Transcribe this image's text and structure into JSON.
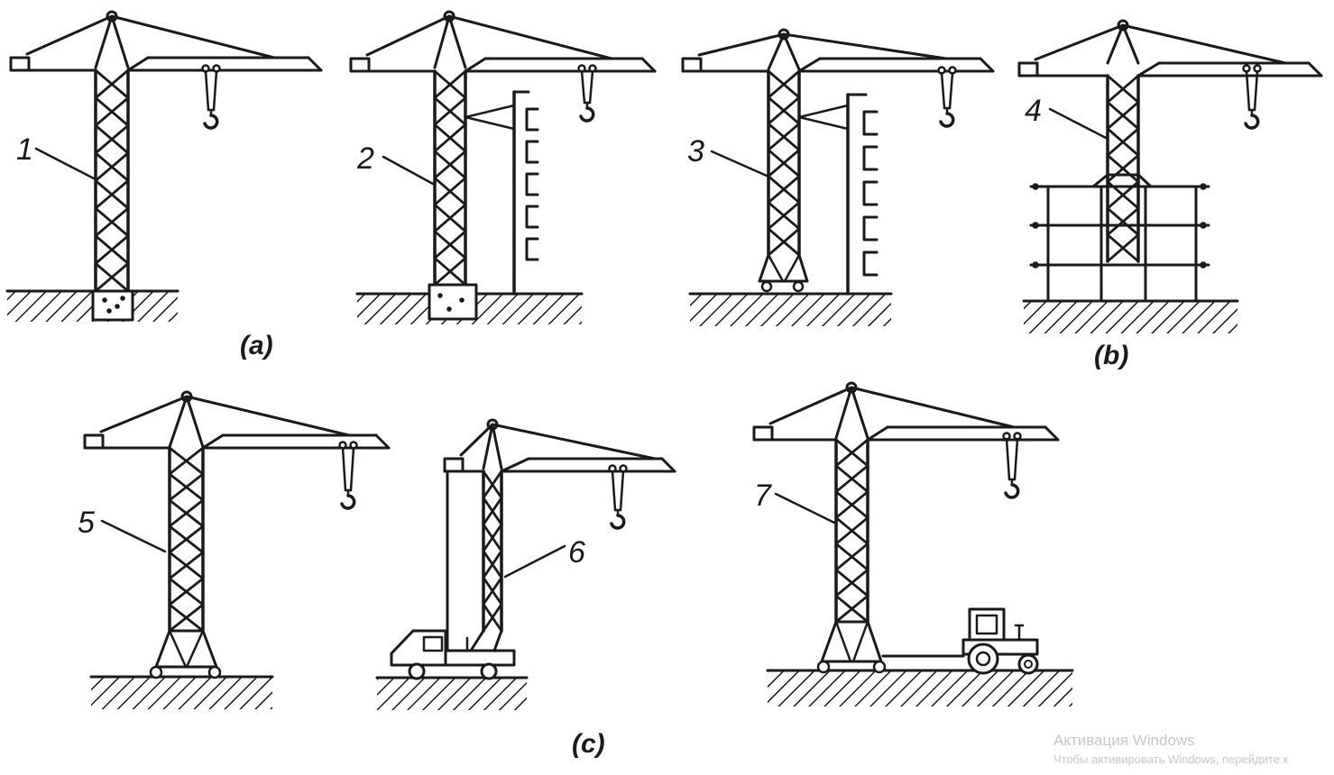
{
  "labels": {
    "n1": "1",
    "n2": "2",
    "n3": "3",
    "n4": "4",
    "n5": "5",
    "n6": "6",
    "n7": "7"
  },
  "captions": {
    "a": "(a)",
    "b": "(b)",
    "c": "(c)"
  },
  "watermark": {
    "title": "Активация Windows",
    "subtitle": "Чтобы активировать Windows, перейдите к"
  },
  "colors": {
    "ink": "#1a1a1a",
    "watermark": "#c8c8c8"
  }
}
